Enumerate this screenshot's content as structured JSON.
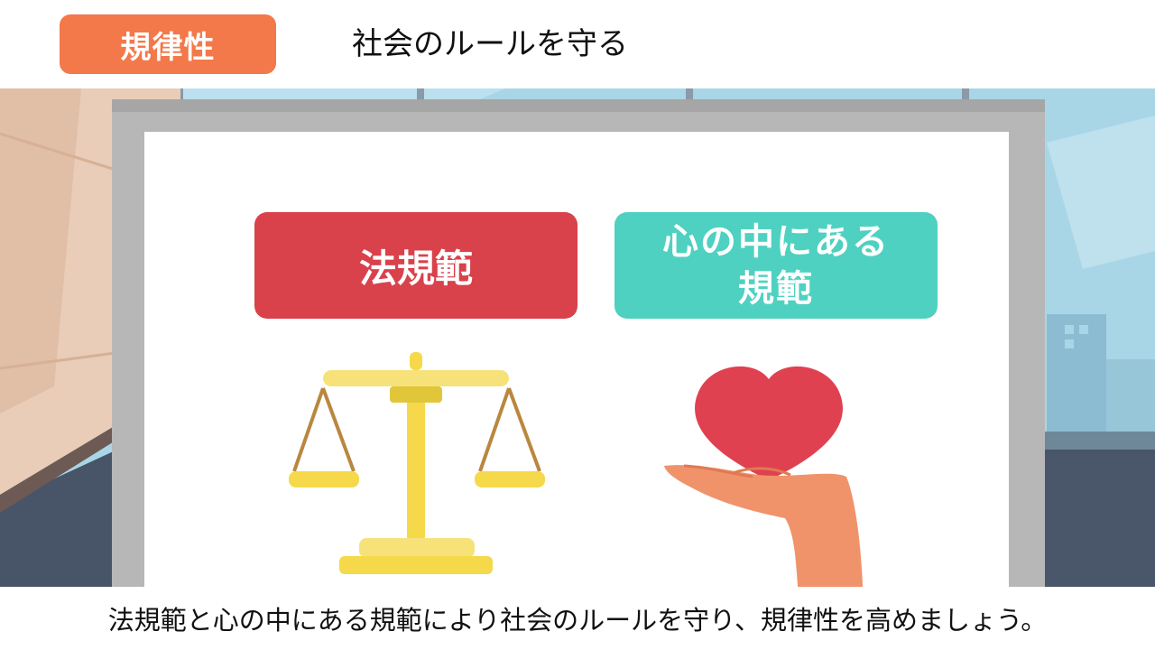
{
  "header": {
    "tag_label": "規律性",
    "title": "社会のルールを守る"
  },
  "board": {
    "law_label": "法規範",
    "heart_label_line1": "心の中にある",
    "heart_label_line2": "規範"
  },
  "caption": "法規範と心の中にある規範により社会のルールを守り、規律性を高めましょう。",
  "colors": {
    "tag": "#f3794a",
    "law_box": "#d9414b",
    "heart_box": "#4fd1c1",
    "scales": "#f5d94a",
    "heart": "#e04150",
    "hand": "#f0936b"
  }
}
